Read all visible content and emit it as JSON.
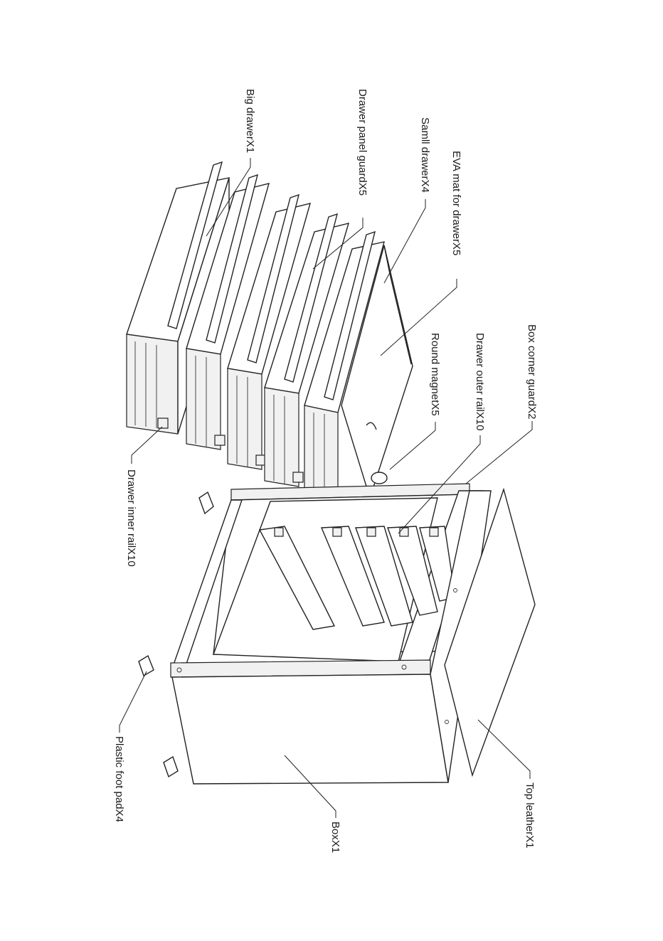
{
  "labels": {
    "big_drawer": "Big drawerX1",
    "drawer_panel_guard": "Drawer panel guardX5",
    "small_drawer": "Samll drawerX4",
    "eva_mat": "EVA mat for drawerX5",
    "round_magnet": "Round magnetX5",
    "drawer_outer_rail": "Drawer outer railX10",
    "box_corner_guard": "Box corner guardX2",
    "drawer_inner_rail": "Drawer inner railX10",
    "plastic_foot_pad": "Plastic foot padX4",
    "box": "BoxX1",
    "top_leather": "Top leatherX1"
  }
}
